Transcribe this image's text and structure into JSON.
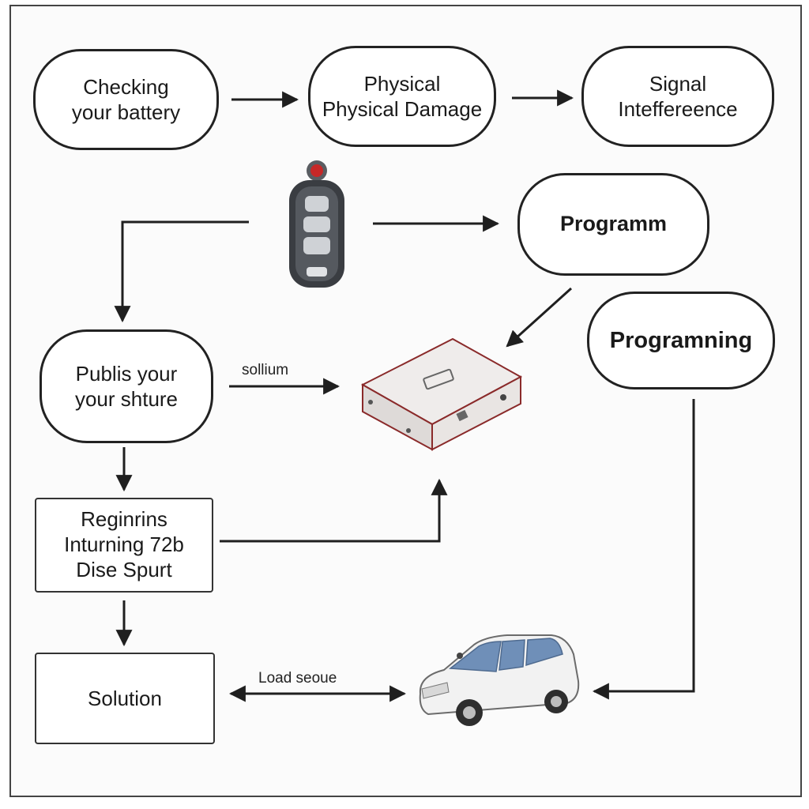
{
  "nodes": {
    "battery": [
      "Checking",
      "your battery"
    ],
    "damage": [
      "Physical",
      "Physical Damage"
    ],
    "signal": [
      "Signal",
      "Inteffereence"
    ],
    "programm": [
      "Programm"
    ],
    "programning": [
      "Programning"
    ],
    "publis": [
      "Publis your",
      "your shture"
    ],
    "reginrins": [
      "Reginrins",
      "Inturning 72b",
      "Dise Spurt"
    ],
    "solution": [
      "Solution"
    ]
  },
  "edge_labels": {
    "sollium": "sollium",
    "load": "Load seoue"
  },
  "icons": {
    "key_fob": "key-fob-icon",
    "control_module": "control-module-icon",
    "car": "suv-car-icon"
  },
  "colors": {
    "line": "#1f1f1f",
    "fob_body": "#3a3d42",
    "fob_button": "#c62828",
    "module_top": "#efeceb",
    "module_edge": "#8a2a2a",
    "car_body": "#f2f2f2",
    "car_glass": "#6f8fb8"
  }
}
